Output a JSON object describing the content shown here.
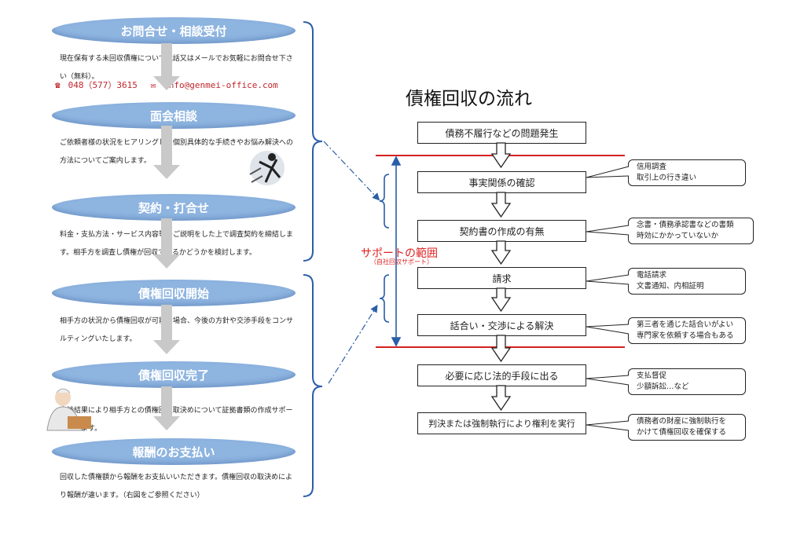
{
  "left_steps": [
    {
      "title": "お問合せ・相談受付",
      "text": "現在保有する未回収債権について電話又はメールでお気軽にお問合せ下さい（無料）。"
    },
    {
      "title": "面会相談",
      "text": "ご依頼者様の状況をヒアリングし、個別具体的な手続きやお悩み解決への方法についてご案内します。"
    },
    {
      "title": "契約・打合せ",
      "text": "料金・支払方法・サービス内容等のご説明をした上で調査契約を締結します。相手方を調査し債権が回収できるかどうかを検討します。"
    },
    {
      "title": "債権回収開始",
      "text": "相手方の状況から債権回収が可能な場合、今後の方針や交渉手段をコンサルティングいたします。"
    },
    {
      "title": "債権回収完了",
      "text": "交渉結果により相手方との債権回収取決めについて証拠書類の作成サポートをします。"
    },
    {
      "title": "報酬のお支払い",
      "text": "回収した債権額から報酬をお支払いいただきます。債権回収の取決めにより報酬が違います。（右図をご参照ください）"
    }
  ],
  "contact": {
    "phone_icon": "☎",
    "phone": "048（577）3615",
    "mail_icon": "✉",
    "email": "info@genmei-office.com"
  },
  "flow": {
    "title": "債権回収の流れ",
    "boxes": [
      "債務不履行などの問題発生",
      "事実関係の確認",
      "契約書の作成の有無",
      "請求",
      "話合い・交渉による解決",
      "必要に応じ法的手段に出る",
      "判決または強制執行により権利を実行"
    ],
    "notes": [
      {
        "line1": "信用調査",
        "line2": "取引上の行き違い"
      },
      {
        "line1": "念書・債務承認書などの書類",
        "line2": "時効にかかっていないか"
      },
      {
        "line1": "電話請求",
        "line2": "文書通知、内相証明"
      },
      {
        "line1": "第三者を通じた話合いがよい",
        "line2": "専門家を依頼する場合もある"
      },
      {
        "line1": "支払督促",
        "line2": "少額訴訟…など"
      },
      {
        "line1": "債務者の財産に強制執行を",
        "line2": "かけて債権回収を確保する"
      }
    ],
    "support_label": "サポートの範囲",
    "support_sub": "（自社回収サポート）"
  },
  "colors": {
    "oval": "#8eb4e0",
    "brace": "#2b5ea8",
    "red_line": "#d42020",
    "contact": "#c0262d"
  }
}
